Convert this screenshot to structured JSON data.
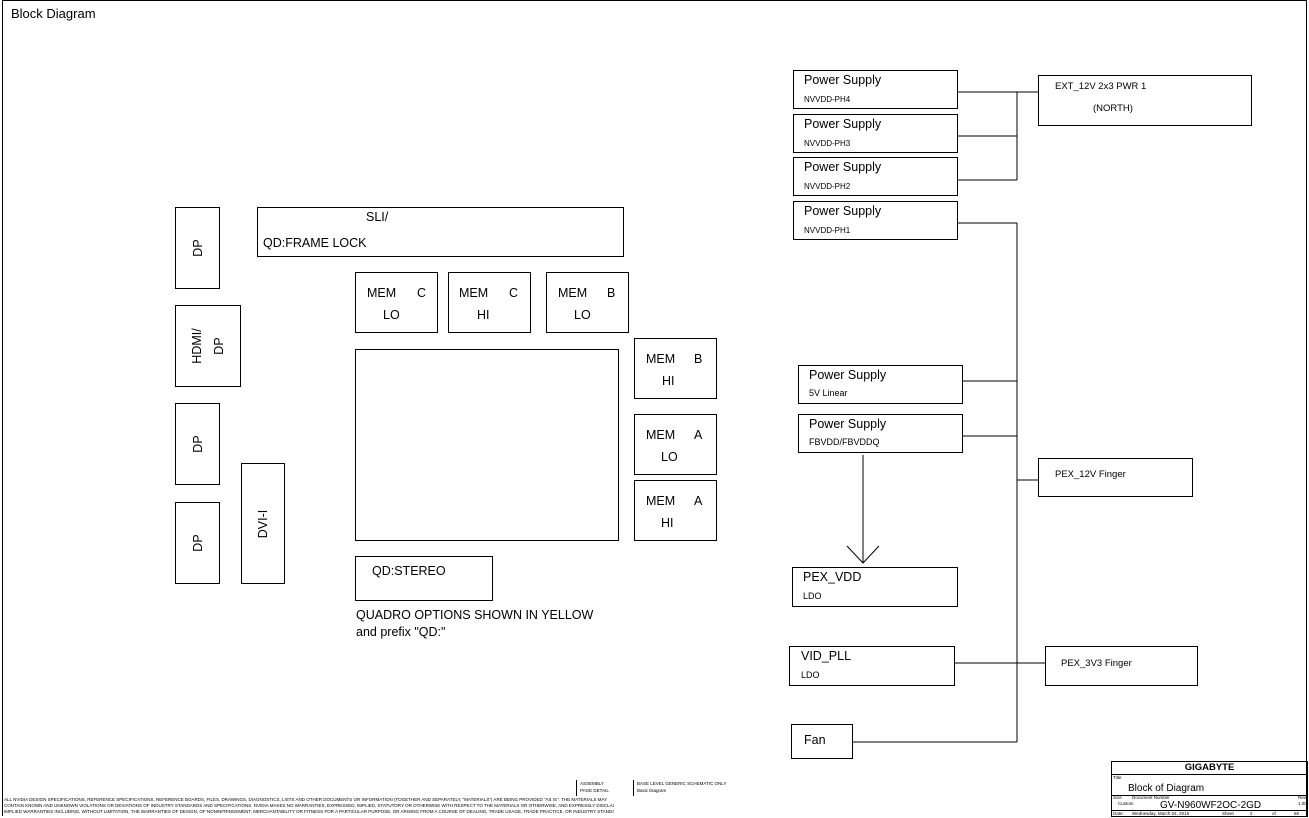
{
  "page_title": "Block Diagram",
  "connectors": {
    "dp_top": "DP",
    "hdmi_dp_line1": "HDMI/",
    "hdmi_dp_line2": "DP",
    "dp_mid": "DP",
    "dp_bottom": "DP",
    "dvi": "DVI-I"
  },
  "sli": {
    "line1": "SLI/",
    "line2": "QD:FRAME LOCK"
  },
  "memory": [
    {
      "left": "MEM",
      "right": "C",
      "sub": "LO"
    },
    {
      "left": "MEM",
      "right": "C",
      "sub": "HI"
    },
    {
      "left": "MEM",
      "right": "B",
      "sub": "LO"
    },
    {
      "left": "MEM",
      "right": "B",
      "sub": "HI"
    },
    {
      "left": "MEM",
      "right": "A",
      "sub": "LO"
    },
    {
      "left": "MEM",
      "right": "A",
      "sub": "HI"
    }
  ],
  "stereo": "QD:STEREO",
  "note": {
    "line1": "QUADRO OPTIONS SHOWN IN YELLOW",
    "line2": "and prefix \"QD:\""
  },
  "supplies": [
    {
      "title": "Power Supply",
      "sub": "NVVDD-PH4"
    },
    {
      "title": "Power Supply",
      "sub": "NVVDD-PH3"
    },
    {
      "title": "Power Supply",
      "sub": "NVVDD-PH2"
    },
    {
      "title": "Power Supply",
      "sub": "NVVDD-PH1"
    },
    {
      "title": "Power Supply",
      "sub": "5V Linear"
    },
    {
      "title": "Power Supply",
      "sub": "FBVDD/FBVDDQ"
    }
  ],
  "ext_pwr": {
    "line1": "EXT_12V 2x3 PWR 1",
    "line2": "(NORTH)"
  },
  "pex_12v": "PEX_12V Finger",
  "pex_3v3": "PEX_3V3 Finger",
  "pex_vdd": {
    "title": "PEX_VDD",
    "sub": "LDO"
  },
  "vid_pll": {
    "title": "VID_PLL",
    "sub": "LDO"
  },
  "fan": "Fan",
  "footer": {
    "disclaimer_1": "ALL NVIDIA DESIGN SPECIFICATIONS, REFERENCE SPECIFICATIONS, REFERENCE BOARDS, FILES, DRAWINGS, DIAGNOSTICS, LISTS AND OTHER DOCUMENTS OR INFORMATION (TOGETHER AND SEPARATELY, \"MATERIALS\") ARE BEING PROVIDED \"AS IS\". THE MATERIALS MAY",
    "disclaimer_2": "CONTAIN KNOWN AND UNKNOWN VIOLATIONS OR DEVIATIONS OF INDUSTRY STANDARDS AND SPECIFICATIONS. NVIDIA MAKES NO WARRANTIES, EXPRESSED, IMPLIED, STATUTORY OR OTHERWISE WITH RESPECT TO THE MATERIALS OR OTHERWISE, AND EXPRESSLY DISCLAIMS ALL",
    "disclaimer_3": "IMPLIED WARRANTIES INCLUDING, WITHOUT LIMITATION, THE WARRANTIES OF DESIGN, OF NONINFRINGEMENT, MERCHANTABILITY OR FITNESS FOR A PARTICULAR PURPOSE, OR ARISING FROM A COURSE OF DEALING, TRADE USAGE, TRADE PRACTICE, OR INDUSTRY STANDARDS.",
    "assembly": "ASSEMBLY",
    "page_detail": "PAGE DETAIL",
    "base_level": "BASE LEVEL GENERIC SCHEMATIC ONLY",
    "basic_diagram": "Basic Diagram"
  },
  "title_block": {
    "company": "GIGABYTE",
    "title_label": "Title",
    "title": "Block of Diagram",
    "size_label": "Size",
    "size": "Custom",
    "docnum_label": "Document Number",
    "docnum": "GV-N960WF2OC-2GD",
    "rev_label": "Rev",
    "rev": "1.00",
    "date_label": "Date:",
    "date": "Wednesday, March 04, 2015",
    "sheet_label": "Sheet",
    "sheet": "2",
    "of_label": "of",
    "of": "56"
  }
}
